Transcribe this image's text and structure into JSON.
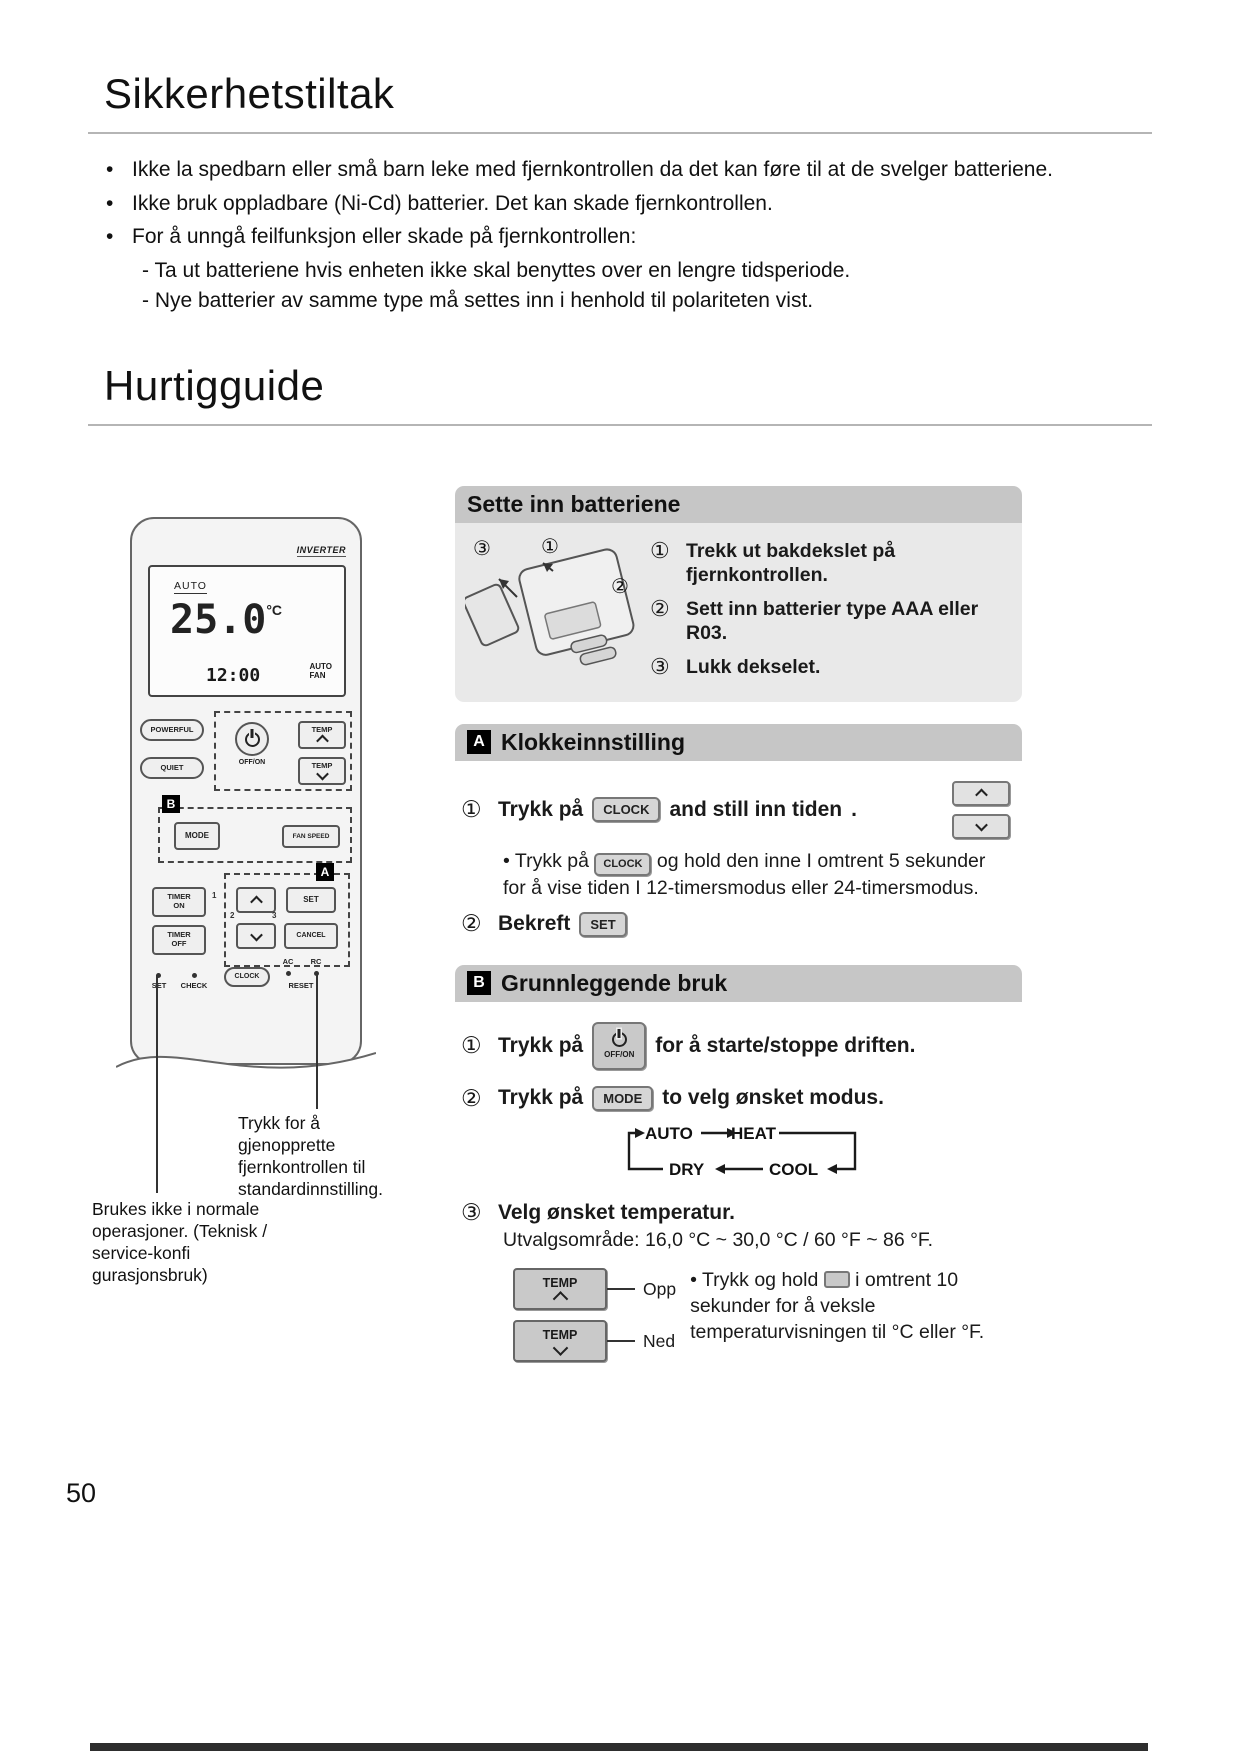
{
  "glyphs": {
    "bullet": "•"
  },
  "page": {
    "number": "50"
  },
  "safety": {
    "title": "Sikkerhetstiltak",
    "bullets": [
      "Ikke la spedbarn eller små barn leke med fjernkontrollen da det kan føre til at de svelger batteriene.",
      "Ikke bruk oppladbare (Ni-Cd) batterier. Det kan skade fjernkontrollen.",
      "For å unngå feilfunksjon eller skade på fjernkontrollen:"
    ],
    "sub_bullets": [
      "- Ta ut batteriene hvis enheten ikke skal benyttes over en lengre tidsperiode.",
      "- Nye batterier av samme type må settes inn i henhold til polariteten vist."
    ]
  },
  "quick_guide": {
    "title": "Hurtigguide"
  },
  "remote": {
    "brand": "INVERTER",
    "display": {
      "mode": "AUTO",
      "temperature": "25.0",
      "temp_unit": "°C",
      "time": "12:00",
      "status_line1": "AUTO",
      "status_line2": "FAN"
    },
    "markers": {
      "a": "A",
      "b": "B"
    },
    "buttons": {
      "powerful": "POWERFUL",
      "quiet": "QUIET",
      "off_on": "OFF/ON",
      "temp": "TEMP",
      "mode": "MODE",
      "fan_speed": "FAN SPEED",
      "timer_on": "TIMER ON",
      "timer_off": "TIMER OFF",
      "set": "SET",
      "cancel": "CANCEL",
      "clock": "CLOCK",
      "check": "CHECK",
      "ac": "AC",
      "rc": "RC",
      "reset": "RESET",
      "num1": "1",
      "num2": "2",
      "num3": "3"
    },
    "callouts": {
      "reset": "Trykk for å gjenopprette fjernkontrollen til standardinnstilling.",
      "service": "Brukes ikke i normale operasjoner. (Teknisk / service-konfi gurasjonsbruk)"
    }
  },
  "battery_panel": {
    "title": "Sette inn batteriene",
    "steps": [
      {
        "num": "①",
        "text": "Trekk ut bakdekslet på fjernkontrollen."
      },
      {
        "num": "②",
        "text": "Sett inn batterier type AAA eller R03."
      },
      {
        "num": "③",
        "text": "Lukk dekselet."
      }
    ],
    "diagram": {
      "n1": "①",
      "n2": "②",
      "n3": "③"
    }
  },
  "clock_panel": {
    "marker": "A",
    "title": "Klokkeinnstilling",
    "step1": {
      "num": "①",
      "pre": "Trykk på",
      "button": "CLOCK",
      "post": "and still inn tiden",
      "period": "."
    },
    "note": {
      "bullet": "•",
      "pre": "Trykk på",
      "button": "CLOCK",
      "post": "og hold den inne I omtrent 5 sekunder for å vise tiden I 12-timersmodus eller 24-timersmodus."
    },
    "step2": {
      "num": "②",
      "text": "Bekreft",
      "button": "SET"
    }
  },
  "basic_panel": {
    "marker": "B",
    "title": "Grunnleggende bruk",
    "step1": {
      "num": "①",
      "pre": "Trykk på",
      "button_label": "OFF/ON",
      "post": "for å starte/stoppe driften."
    },
    "step2": {
      "num": "②",
      "pre": "Trykk på",
      "button": "MODE",
      "post": "to velg ønsket modus."
    },
    "modes": [
      "AUTO",
      "HEAT",
      "DRY",
      "COOL"
    ],
    "step3": {
      "num": "③",
      "text": "Velg ønsket temperatur."
    },
    "range": "Utvalgsområde: 16,0 °C ~ 30,0 °C / 60 °F ~ 86 °F.",
    "temp_button": "TEMP",
    "up_label": "Opp",
    "down_label": "Ned",
    "note": {
      "bullet": "•",
      "pre": "Trykk og hold",
      "post": "i omtrent 10 sekunder for å veksle temperaturvisningen til °C eller °F."
    }
  }
}
